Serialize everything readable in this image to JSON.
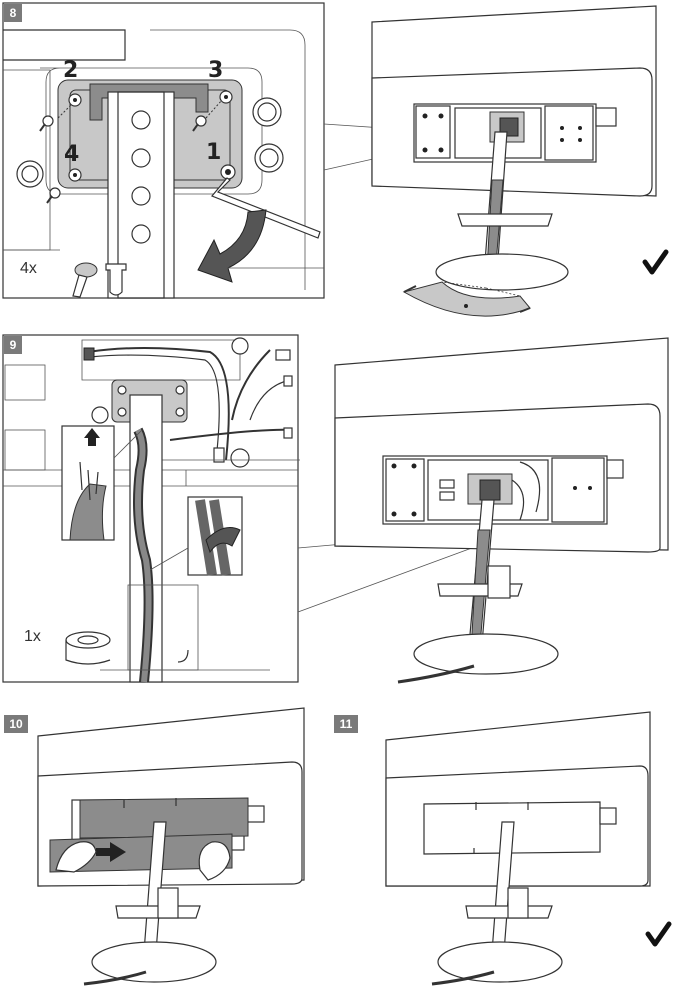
{
  "steps": [
    {
      "number": "8",
      "part_quantity": "4x",
      "callouts": [
        "2",
        "3",
        "4",
        "1"
      ]
    },
    {
      "number": "9",
      "part_quantity": "1x"
    },
    {
      "number": "10"
    },
    {
      "number": "11"
    }
  ]
}
